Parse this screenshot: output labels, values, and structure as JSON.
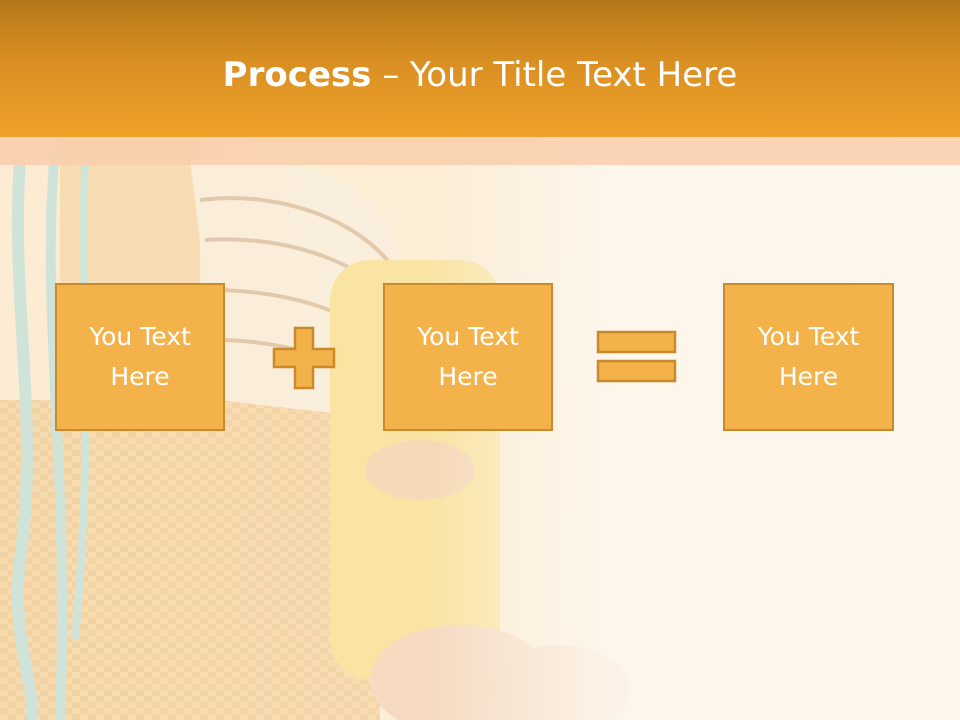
{
  "slide": {
    "title_bold": "Process",
    "title_sep": " – ",
    "title_rest": "Your Title Text Here",
    "boxes": [
      {
        "label": "You Text Here"
      },
      {
        "label": "You Text Here"
      },
      {
        "label": "You Text Here"
      }
    ],
    "operators": [
      "plus-icon",
      "equals-icon"
    ]
  },
  "colors": {
    "title_bar": "#e8981f",
    "box_fill": "#f4b24b",
    "box_border": "#c98a2c",
    "text": "#ffffff"
  }
}
